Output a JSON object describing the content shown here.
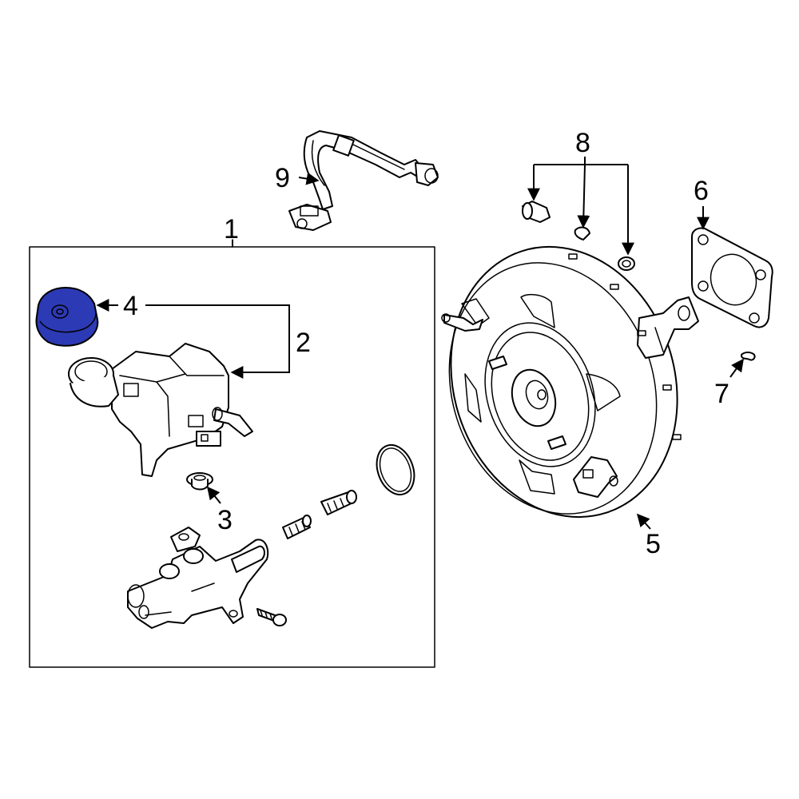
{
  "callouts": {
    "c1": "1",
    "c2": "2",
    "c3": "3",
    "c4": "4",
    "c5": "5",
    "c6": "6",
    "c7": "7",
    "c8": "8",
    "c9": "9"
  },
  "highlight_color": "#2d3ab5",
  "highlighted_part": "4"
}
